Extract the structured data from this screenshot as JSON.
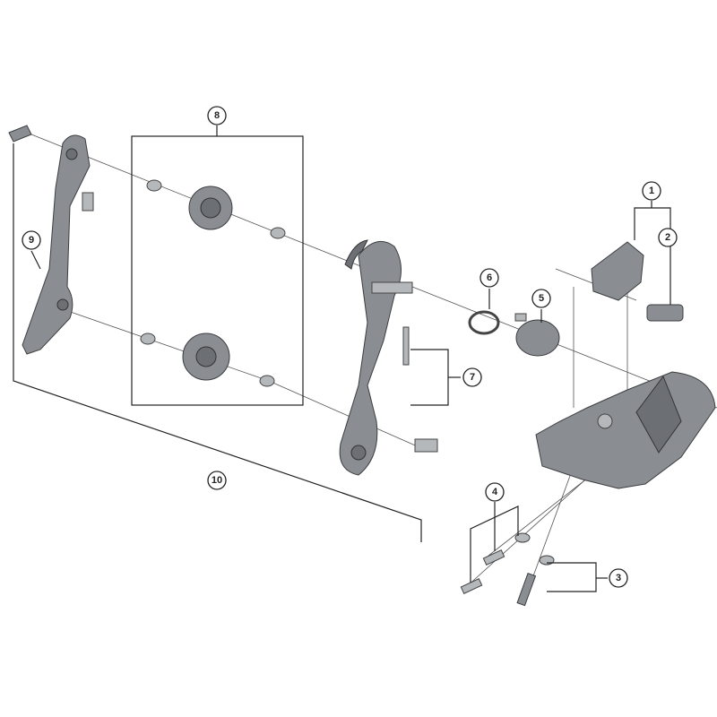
{
  "callouts": [
    "1",
    "2",
    "3",
    "4",
    "5",
    "6",
    "7",
    "8",
    "9",
    "10"
  ],
  "colors": {
    "part": "#8a8d91",
    "line": "#222222",
    "background": "#ffffff"
  }
}
